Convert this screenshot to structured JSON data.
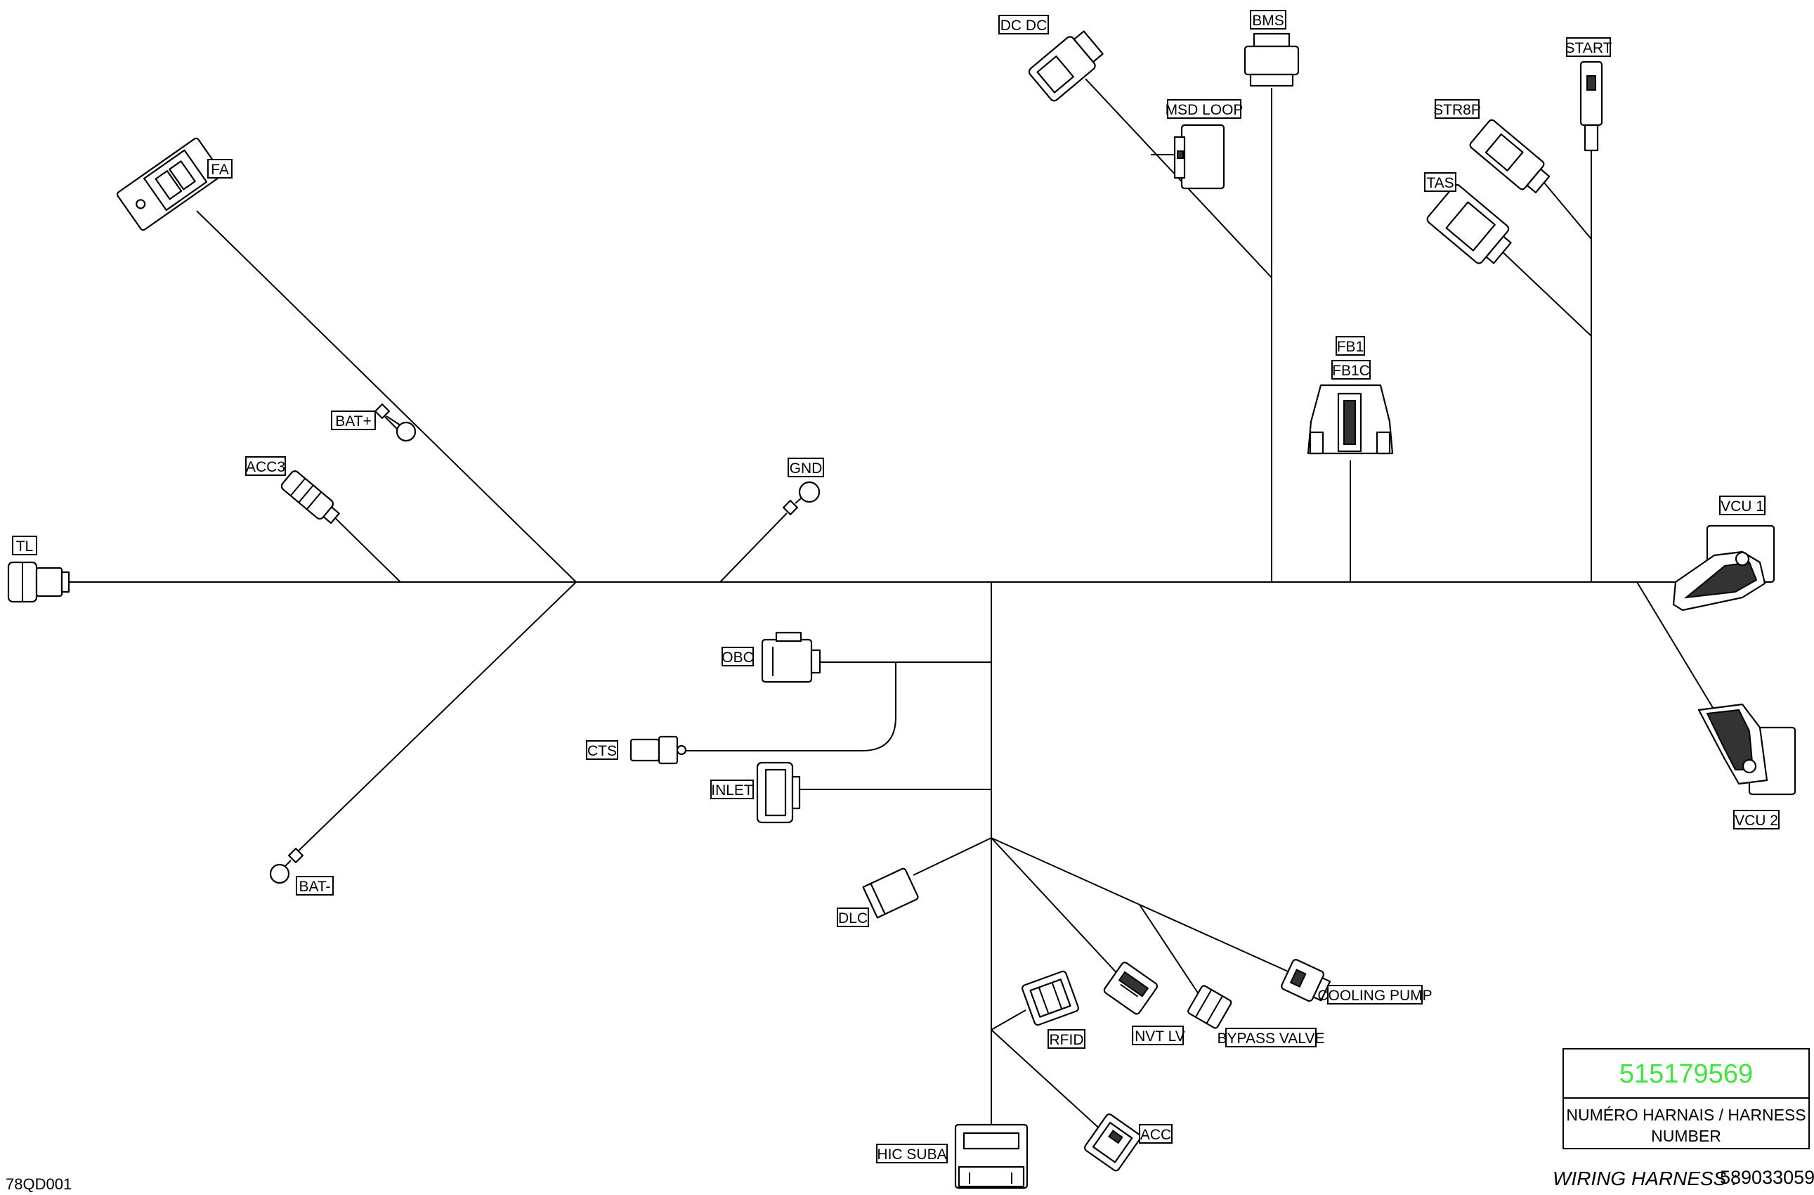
{
  "labels": {
    "tl": "TL",
    "fa": "FA",
    "bat_plus": "BAT+",
    "acc3": "ACC3",
    "gnd": "GND",
    "bat_minus": "BAT-",
    "obc": "OBC",
    "cts": "CTS",
    "inlet": "INLET",
    "dlc": "DLC",
    "rfid": "RFID",
    "hic_suba": "HIC SUBA",
    "acc": "ACC",
    "invt_lv": "INVT LV",
    "bypass_valve": "BYPASS VALVE",
    "cooling_pump": "COOLING PUMP",
    "dc_dc": "DC DC",
    "bms": "BMS",
    "msd_loop": "MSD LOOP",
    "fb1": "FB1",
    "fb1c": "FB1C",
    "start": "START",
    "str8p": "STR8P",
    "tas": "TAS",
    "vcu1": "VCU 1",
    "vcu2": "VCU 2"
  },
  "title_block": {
    "part_number": "515179569",
    "caption_line1": "NUMÉRO HARNAIS / HARNESS",
    "caption_line2": "NUMBER"
  },
  "wiring_harness": {
    "label": "WIRING HARNESS :",
    "value": "589033059"
  },
  "drawing_ref": "78QD001",
  "colors": {
    "part_number": "#3de53d",
    "line": "#000000"
  }
}
